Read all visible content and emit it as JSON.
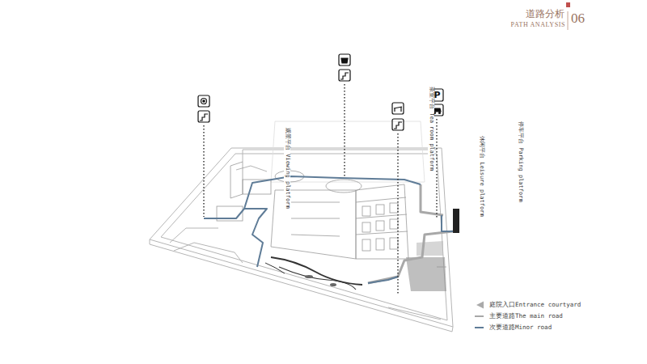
{
  "diagram": {
    "title": "道路分析",
    "labels": [
      "PATH ANALYSIS",
      "06",
      "观景平台 Viewing platform",
      "茶室平台 Tea room platform",
      "P",
      "休闲平台 Leisure platform",
      "停车平台 Parking platform"
    ],
    "legend": [
      {
        "text": "庭院入口Entrance courtyard"
      },
      {
        "text": "主要道路The main road"
      },
      {
        "text": "次要道路Minor road"
      }
    ]
  }
}
